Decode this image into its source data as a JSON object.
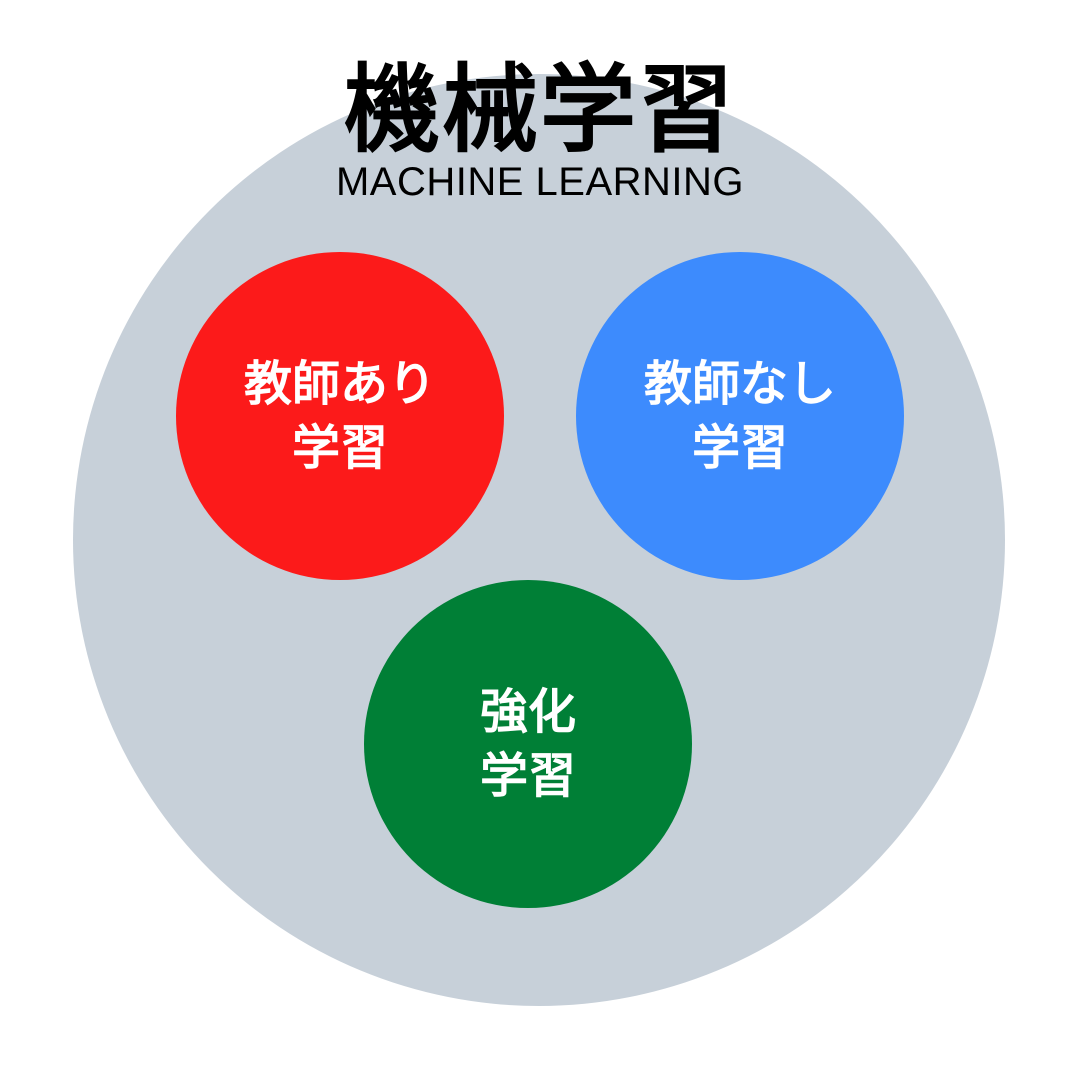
{
  "title": {
    "main": "機械学習",
    "sub": "MACHINE LEARNING"
  },
  "colors": {
    "outer": "#c7d0d9",
    "supervised": "#fc1a1a",
    "unsupervised": "#3d8bfd",
    "reinforcement": "#007f36"
  },
  "nodes": [
    {
      "line1": "教師あり",
      "line2": "学習"
    },
    {
      "line1": "教師なし",
      "line2": "学習"
    },
    {
      "line1": "強化",
      "line2": "学習"
    }
  ]
}
